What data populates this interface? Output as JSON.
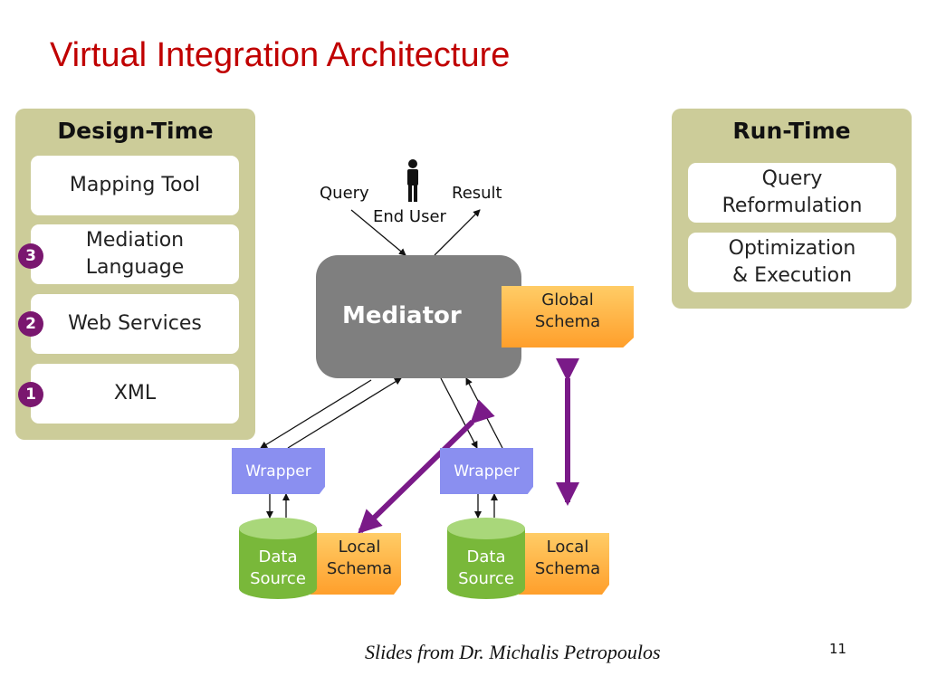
{
  "slide": {
    "title": "Virtual Integration Architecture",
    "footer": "Slides from Dr. Michalis Petropoulos",
    "page_number": "11"
  },
  "design_time": {
    "title": "Design-Time",
    "items": [
      {
        "label": "Mapping Tool",
        "badge": ""
      },
      {
        "label": "Mediation\nLanguage",
        "badge": "3"
      },
      {
        "label": "Web Services",
        "badge": "2"
      },
      {
        "label": "XML",
        "badge": "1"
      }
    ]
  },
  "run_time": {
    "title": "Run-Time",
    "items": [
      {
        "label": "Query\nReformulation"
      },
      {
        "label": "Optimization\n& Execution"
      }
    ]
  },
  "diagram": {
    "end_user": "End User",
    "query": "Query",
    "result": "Result",
    "user_icon": "person-icon",
    "mediator": "Mediator",
    "global_schema": "Global\nSchema",
    "wrapper": "Wrapper",
    "data_source": "Data\nSource",
    "local_schema": "Local\nSchema"
  },
  "colors": {
    "title": "#c00000",
    "panel": "#cccc99",
    "badge": "#7a176f",
    "mediator": "#7f7f7f",
    "schema_note": "#ff9f2b",
    "wrapper": "#8a8ff0",
    "data_source": "#79b83a",
    "mapping_arrow": "#7a1a88"
  }
}
